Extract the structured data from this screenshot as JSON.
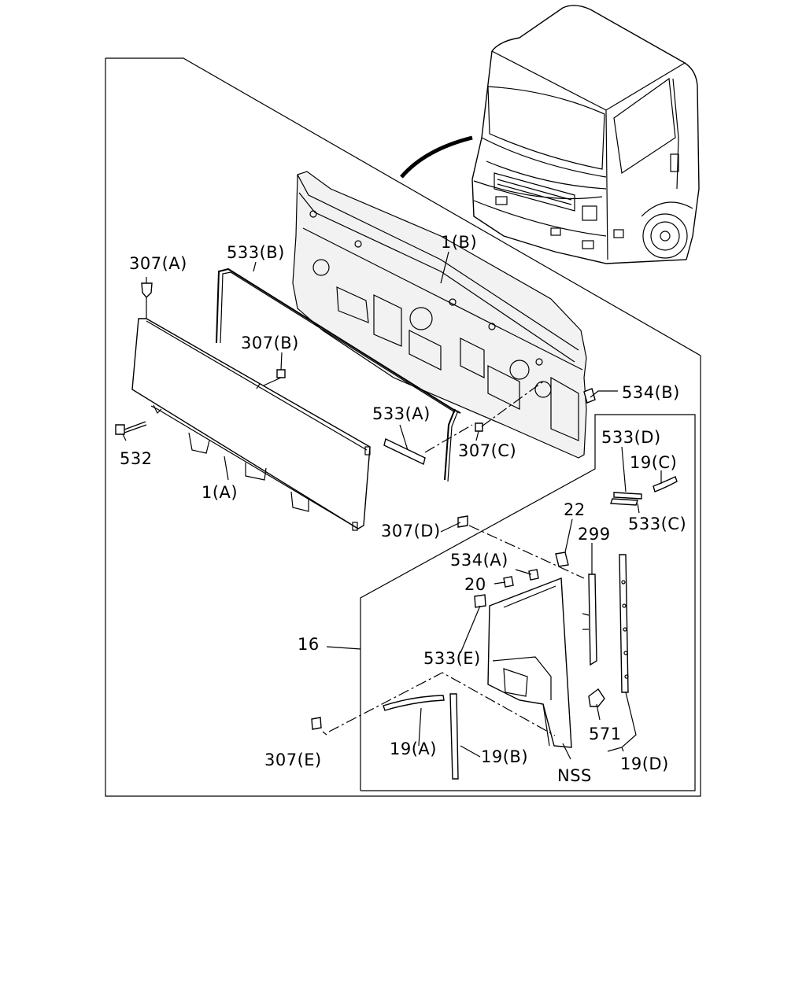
{
  "labels": {
    "l_307A": "307(A)",
    "l_533B": "533(B)",
    "l_1B": "1(B)",
    "l_307B": "307(B)",
    "l_532": "532",
    "l_1A": "1(A)",
    "l_533A": "533(A)",
    "l_307C": "307(C)",
    "l_534B": "534(B)",
    "l_533D": "533(D)",
    "l_19C": "19(C)",
    "l_533C": "533(C)",
    "l_307D": "307(D)",
    "l_22": "22",
    "l_299": "299",
    "l_534A": "534(A)",
    "l_20": "20",
    "l_16": "16",
    "l_533E": "533(E)",
    "l_307E": "307(E)",
    "l_19A": "19(A)",
    "l_19B": "19(B)",
    "l_571": "571",
    "l_19D": "19(D)",
    "l_NSS": "NSS"
  }
}
